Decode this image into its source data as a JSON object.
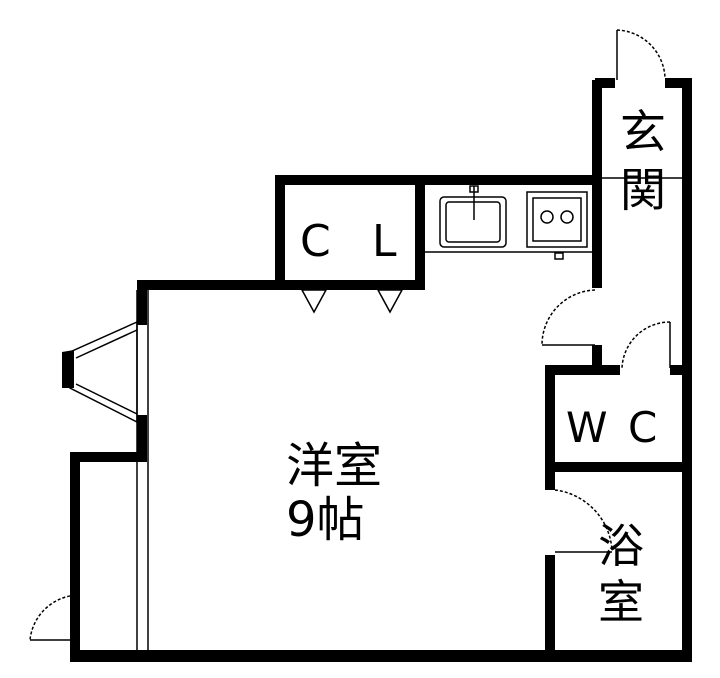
{
  "rooms": {
    "entrance": {
      "line1": "玄",
      "line2": "関"
    },
    "closet": {
      "c": "C",
      "l": "L"
    },
    "toilet": {
      "w": "W",
      "c": "C"
    },
    "western_room": {
      "name": "洋室",
      "size": "9帖"
    },
    "bath": {
      "line1": "浴",
      "line2": "室"
    }
  }
}
